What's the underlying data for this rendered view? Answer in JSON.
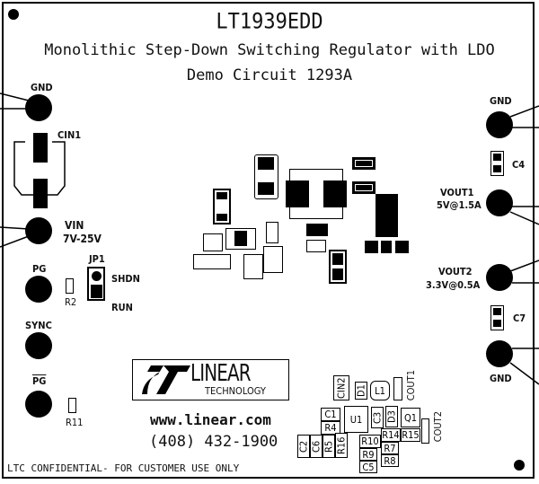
{
  "header": {
    "part_number": "LT1939EDD",
    "description": "Monolithic Step-Down Switching Regulator with LDO",
    "demo_circuit": "Demo Circuit 1293A"
  },
  "left_terminals": [
    {
      "name": "GND",
      "sub": ""
    },
    {
      "name": "VIN",
      "sub": "7V-25V"
    },
    {
      "name": "PG",
      "sub": ""
    },
    {
      "name": "SYNC",
      "sub": ""
    },
    {
      "name": "PG",
      "sub": "",
      "overline": true
    }
  ],
  "right_terminals": [
    {
      "name": "GND",
      "sub": ""
    },
    {
      "name": "VOUT1",
      "sub": "5V@1.5A"
    },
    {
      "name": "VOUT2",
      "sub": "3.3V@0.5A"
    },
    {
      "name": "GND",
      "sub": ""
    }
  ],
  "jumper": {
    "name": "JP1",
    "pos_top": "SHDN",
    "pos_bottom": "RUN"
  },
  "refdes": {
    "cin1": "CIN1",
    "r2": "R2",
    "r11": "R11",
    "c4": "C4",
    "c7": "C7",
    "cin2": "CIN2",
    "d1": "D1",
    "l1": "L1",
    "cout1": "COUT1",
    "c1": "C1",
    "r4": "R4",
    "u1": "U1",
    "c3": "C3",
    "d3": "D3",
    "q1": "Q1",
    "r14": "R14",
    "r15": "R15",
    "cout2": "COUT2",
    "c2": "C2",
    "c6": "C6",
    "r5": "R5",
    "r16": "R16",
    "r10": "R10",
    "r9": "R9",
    "c5": "C5",
    "r7": "R7",
    "r8": "R8"
  },
  "logo": {
    "brand": "LINEAR",
    "tagline": "TECHNOLOGY"
  },
  "contact": {
    "website": "www.linear.com",
    "phone": "(408) 432-1900"
  },
  "footer": {
    "notice": "LTC CONFIDENTIAL- FOR CUSTOMER USE ONLY"
  }
}
